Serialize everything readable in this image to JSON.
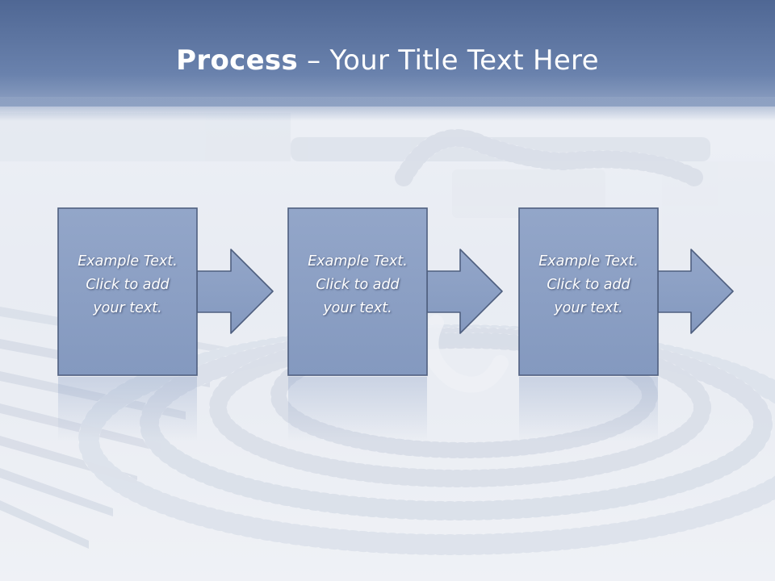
{
  "slide": {
    "title_bold": "Process",
    "title_rest": " – Your Title Text Here"
  },
  "process_steps": [
    {
      "line1": "Example Text.",
      "line2": "Click  to add",
      "line3": "your text."
    },
    {
      "line1": "Example Text.",
      "line2": "Click  to add",
      "line3": "your text."
    },
    {
      "line1": "Example Text.",
      "line2": "Click  to add",
      "line3": "your text."
    }
  ],
  "colors": {
    "title_band": "#5c74a1",
    "box_fill": "#8ea2c6",
    "box_border": "#4f5f7f",
    "text": "#ffffff"
  }
}
